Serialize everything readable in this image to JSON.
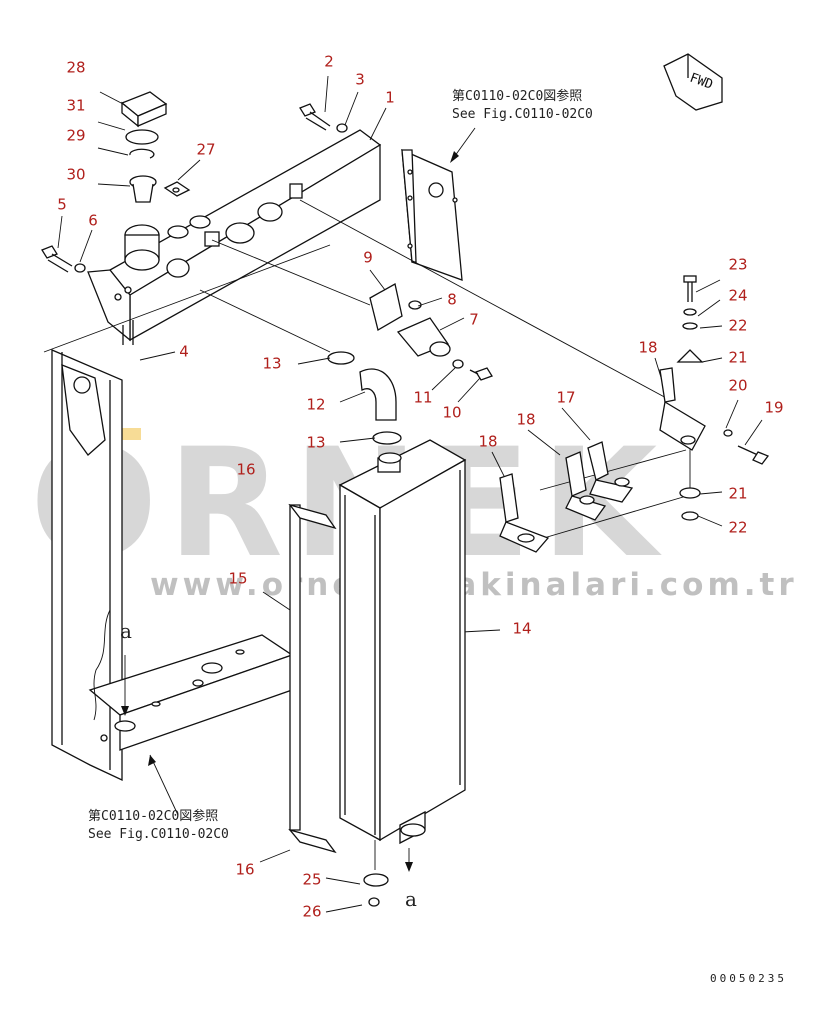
{
  "watermark": {
    "brand": "ÖRNEK",
    "url": "www.ornekismakinalari.com.tr",
    "accent_color": "#f0c040"
  },
  "reference_top": {
    "jp": "第C0110-02C0図参照",
    "en": "See Fig.C0110-02C0"
  },
  "reference_bottom": {
    "jp": "第C0110-02C0図参照",
    "en": "See Fig.C0110-02C0"
  },
  "fwd_label": "FWD",
  "arrow_letters": [
    "a",
    "a"
  ],
  "document_id": "00050235",
  "callout_color": "#b0201c",
  "callouts": [
    "28",
    "31",
    "29",
    "30",
    "27",
    "2",
    "3",
    "1",
    "5",
    "6",
    "9",
    "8",
    "7",
    "4",
    "13",
    "12",
    "11",
    "10",
    "13",
    "23",
    "24",
    "22",
    "21",
    "18",
    "20",
    "19",
    "17",
    "18",
    "18",
    "21",
    "22",
    "16",
    "15",
    "14",
    "16",
    "25",
    "26"
  ]
}
